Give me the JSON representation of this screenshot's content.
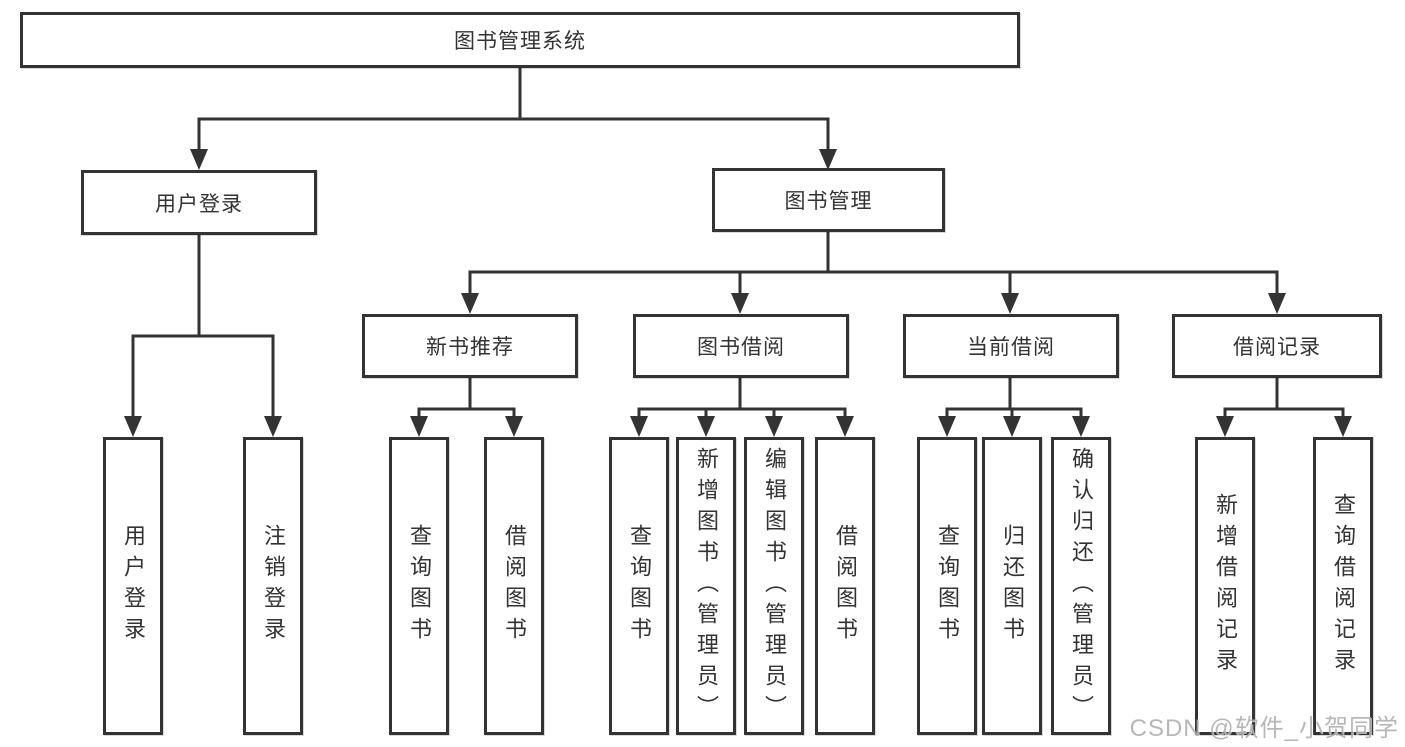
{
  "diagram_type": "function-structure-tree",
  "tree": {
    "label": "图书管理系统",
    "children": [
      {
        "label": "用户登录",
        "children": [
          {
            "label": "用户登录"
          },
          {
            "label": "注销登录"
          }
        ]
      },
      {
        "label": "图书管理",
        "children": [
          {
            "label": "新书推荐",
            "children": [
              {
                "label": "查询图书"
              },
              {
                "label": "借阅图书"
              }
            ]
          },
          {
            "label": "图书借阅",
            "children": [
              {
                "label": "查询图书"
              },
              {
                "label": "新增图书（管理员）"
              },
              {
                "label": "编辑图书（管理员）"
              },
              {
                "label": "借阅图书"
              }
            ]
          },
          {
            "label": "当前借阅",
            "children": [
              {
                "label": "查询图书"
              },
              {
                "label": "归还图书"
              },
              {
                "label": "确认归还（管理员）"
              }
            ]
          },
          {
            "label": "借阅记录",
            "children": [
              {
                "label": "新增借阅记录"
              },
              {
                "label": "查询借阅记录"
              }
            ]
          }
        ]
      }
    ]
  },
  "watermark": "CSDN @软件_小贺同学",
  "colors": {
    "line": "#333333",
    "text": "#333333",
    "box_fill": "#ffffff",
    "background": "#ffffff",
    "watermark_color": "#b0b0b0"
  }
}
